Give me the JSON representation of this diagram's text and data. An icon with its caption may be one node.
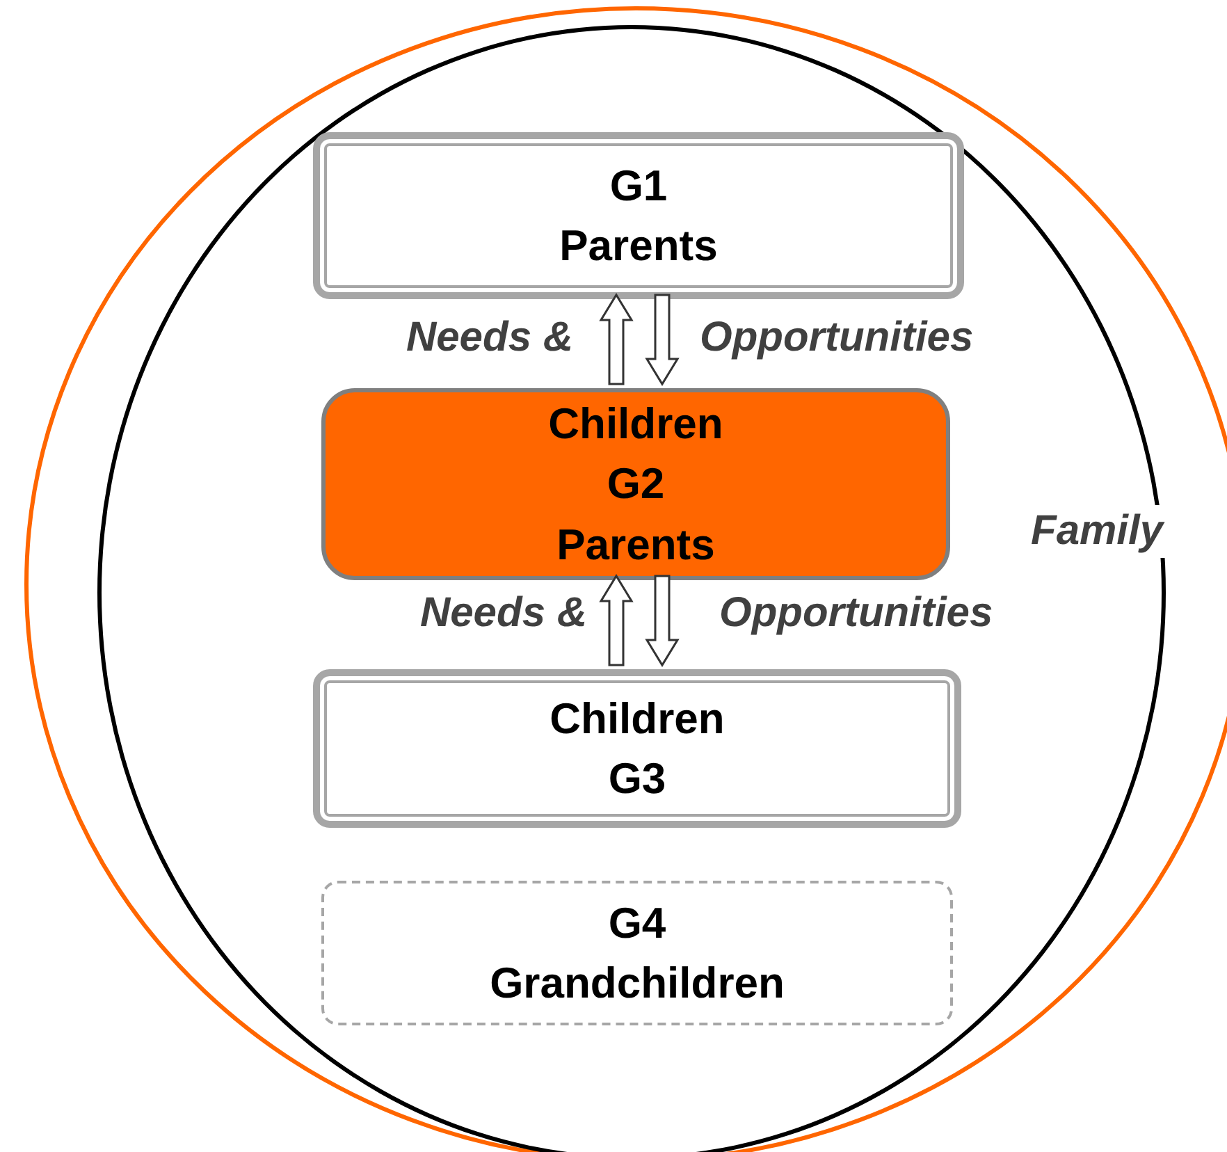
{
  "diagram": {
    "nodes": [
      {
        "text": [
          "Family"
        ]
      },
      {
        "text": [
          "G1",
          "Parents"
        ],
        "in": 0
      },
      {
        "text": [
          "Children",
          "G2",
          "Parents"
        ],
        "in": 0
      },
      {
        "text": [
          "Children",
          "G3"
        ],
        "in": 0
      },
      {
        "text": [
          "G4",
          "Grandchildren"
        ],
        "in": 0
      }
    ],
    "edges": [
      {
        "from": 2,
        "to": 1,
        "arrow": "to",
        "label": "Needs &"
      },
      {
        "from": 1,
        "to": 2,
        "arrow": "to",
        "label": "Opportunities"
      },
      {
        "from": 3,
        "to": 2,
        "arrow": "to",
        "label": "Needs &"
      },
      {
        "from": 2,
        "to": 3,
        "arrow": "to",
        "label": "Opportunities"
      }
    ]
  }
}
